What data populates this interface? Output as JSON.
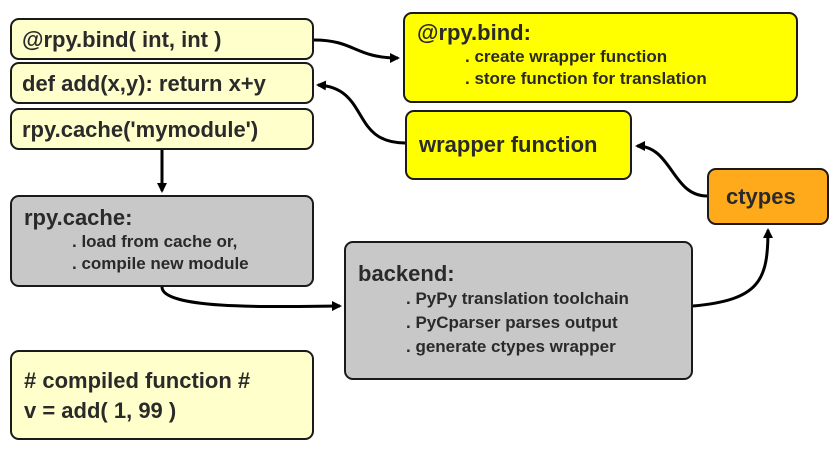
{
  "code": {
    "bind_line": "@rpy.bind( int, int )",
    "def_line": "def add(x,y): return x+y",
    "cache_line": "rpy.cache('mymodule')"
  },
  "rpy_bind": {
    "title": "@rpy.bind:",
    "items": [
      ". create wrapper function",
      ". store function for translation"
    ]
  },
  "wrapper": {
    "label": "wrapper function"
  },
  "ctypes": {
    "label": "ctypes"
  },
  "rpy_cache": {
    "title": "rpy.cache:",
    "items": [
      ". load from cache or,",
      ". compile new module"
    ]
  },
  "backend": {
    "title": "backend:",
    "items": [
      ". PyPy translation toolchain",
      ". PyCparser parses output",
      ". generate ctypes wrapper"
    ]
  },
  "usage": {
    "line1": "# compiled function #",
    "line2": "v = add( 1, 99 )"
  },
  "colors": {
    "code_box": "#ffffcc",
    "highlight": "#ffff00",
    "process": "#c8c8c8",
    "ctypes": "#ffaa1a"
  }
}
